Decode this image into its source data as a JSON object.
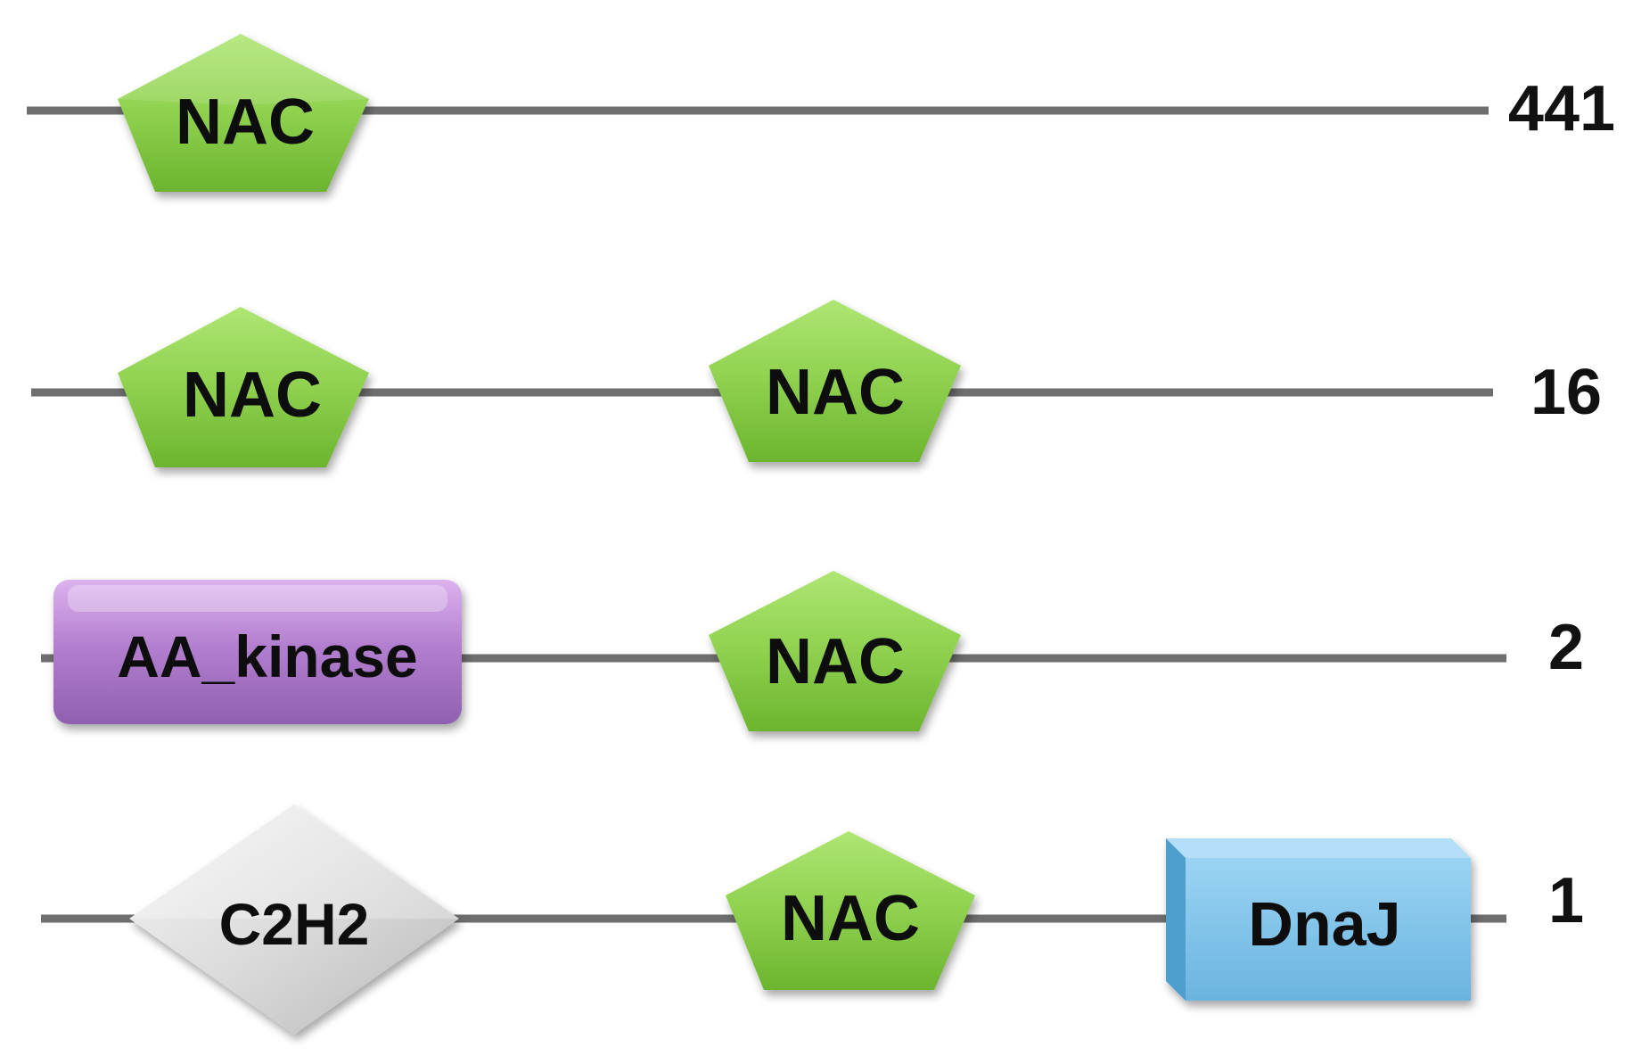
{
  "architectures": [
    {
      "count": "441",
      "domains": [
        {
          "type": "NAC",
          "label": "NAC"
        }
      ]
    },
    {
      "count": "16",
      "domains": [
        {
          "type": "NAC",
          "label": "NAC"
        },
        {
          "type": "NAC",
          "label": "NAC"
        }
      ]
    },
    {
      "count": "2",
      "domains": [
        {
          "type": "AA_kinase",
          "label": "AA_kinase"
        },
        {
          "type": "NAC",
          "label": "NAC"
        }
      ]
    },
    {
      "count": "1",
      "domains": [
        {
          "type": "C2H2",
          "label": "C2H2"
        },
        {
          "type": "NAC",
          "label": "NAC"
        },
        {
          "type": "DnaJ",
          "label": "DnaJ"
        }
      ]
    }
  ],
  "colors": {
    "backbone": "#6e6e6e",
    "NAC": "#8fd14f",
    "AA_kinase": "#b47fd0",
    "C2H2": "#dcdcdc",
    "DnaJ": "#7ec3ea"
  },
  "shapes": {
    "NAC": "pentagon",
    "AA_kinase": "rounded-rectangle",
    "C2H2": "diamond",
    "DnaJ": "beveled-box"
  }
}
